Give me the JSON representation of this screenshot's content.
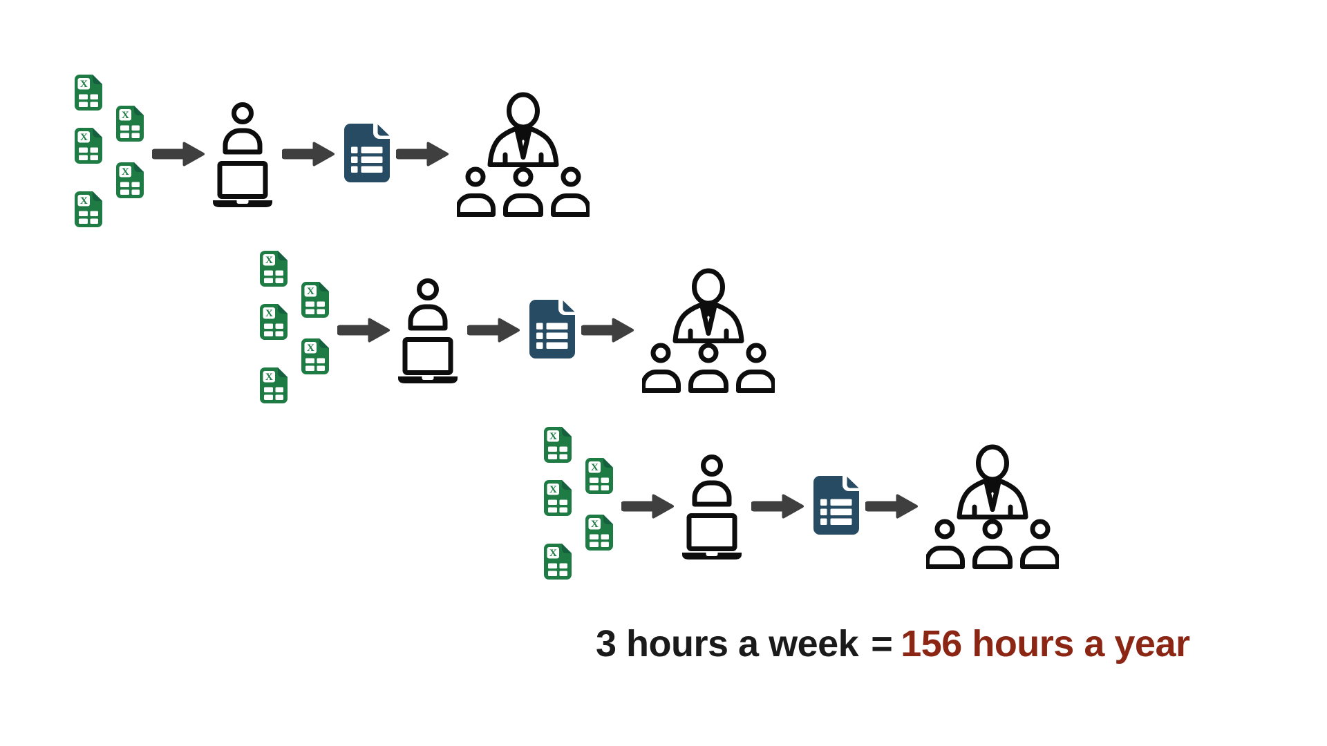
{
  "diagram": {
    "description": "Repeated manual reporting workflow: many spreadsheet files flow to an analyst at a laptop, who produces a report document that goes to a manager and team. The flow repeats three times in a descending staircase.",
    "rows": [
      {
        "name": "workflow-row-1",
        "spreadsheet_files": 5,
        "steps": [
          "spreadsheet-files",
          "analyst-at-laptop",
          "report-document",
          "manager-and-team"
        ]
      },
      {
        "name": "workflow-row-2",
        "spreadsheet_files": 5,
        "steps": [
          "spreadsheet-files",
          "analyst-at-laptop",
          "report-document",
          "manager-and-team"
        ]
      },
      {
        "name": "workflow-row-3",
        "spreadsheet_files": 5,
        "steps": [
          "spreadsheet-files",
          "analyst-at-laptop",
          "report-document",
          "manager-and-team"
        ]
      }
    ],
    "icons": {
      "spreadsheet": "excel-file-icon",
      "arrow": "flow-arrow-icon",
      "analyst": "analyst-at-laptop-icon",
      "report": "report-document-icon",
      "audience": "manager-and-team-icon"
    }
  },
  "caption": {
    "weekly": "3 hours a week",
    "equals": "=",
    "yearly": "156 hours a year"
  },
  "colors": {
    "spreadsheet_green": "#1E7B44",
    "spreadsheet_fold_green": "#15603E",
    "report_blue": "#274B63",
    "arrow_gray": "#3F3F3F",
    "figure_outline": "#0D0D0D",
    "caption_black": "#1A1A1A",
    "caption_red": "#8B2615",
    "page_bg": "#FFFFFF"
  }
}
